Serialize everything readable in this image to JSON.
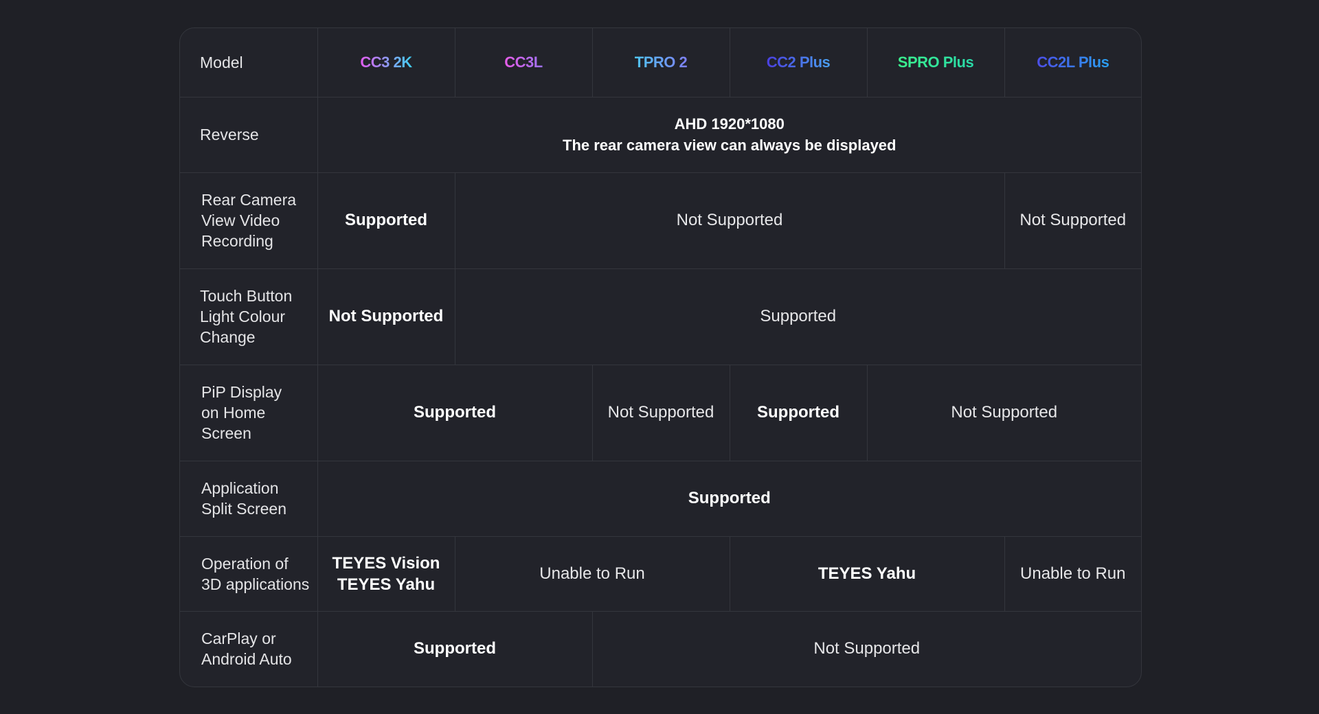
{
  "header": {
    "label": "Model",
    "models": [
      {
        "name": "CC3 2K",
        "color": "#e45bf0",
        "color2": "#3fd0f5"
      },
      {
        "name": "CC3L",
        "color": "#e75ce8",
        "color2": "#9d72f0"
      },
      {
        "name": "TPRO 2",
        "color": "#4fc4f2",
        "color2": "#7e7ff5"
      },
      {
        "name": "CC2 Plus",
        "color": "#4a3fe0",
        "color2": "#4a9ff0"
      },
      {
        "name": "SPRO Plus",
        "color": "#3bf08d",
        "color2": "#2ad9a8"
      },
      {
        "name": "CC2L Plus",
        "color": "#4c4ee8",
        "color2": "#2a9ff0"
      }
    ]
  },
  "rows": {
    "reverse": {
      "label": "Reverse",
      "line1": "AHD 1920*1080",
      "line2": "The rear camera view can always be displayed"
    },
    "rear_recording": {
      "label_lines": [
        "Rear Camera",
        "View Video",
        "Recording"
      ],
      "c1": "Supported",
      "c2": "Not Supported",
      "c3": "Not Supported"
    },
    "touch_button": {
      "label_lines": [
        "Touch Button",
        "Light Colour",
        "Change"
      ],
      "c1": "Not Supported",
      "c2": "Supported"
    },
    "pip": {
      "label_lines": [
        "PiP Display",
        "on Home",
        "Screen"
      ],
      "c1": "Supported",
      "c2": "Not Supported",
      "c3": "Supported",
      "c4": "Not Supported"
    },
    "split_screen": {
      "label_lines": [
        "Application",
        "Split Screen"
      ],
      "c1": "Supported"
    },
    "apps_3d": {
      "label_lines": [
        "Operation of",
        "3D applications"
      ],
      "c1_lines": [
        "TEYES Vision",
        "TEYES Yahu"
      ],
      "c2": "Unable to Run",
      "c3": "TEYES Yahu",
      "c4": "Unable to Run"
    },
    "carplay": {
      "label_lines": [
        "CarPlay or",
        "Android Auto"
      ],
      "c1": "Supported",
      "c2": "Not Supported"
    }
  }
}
